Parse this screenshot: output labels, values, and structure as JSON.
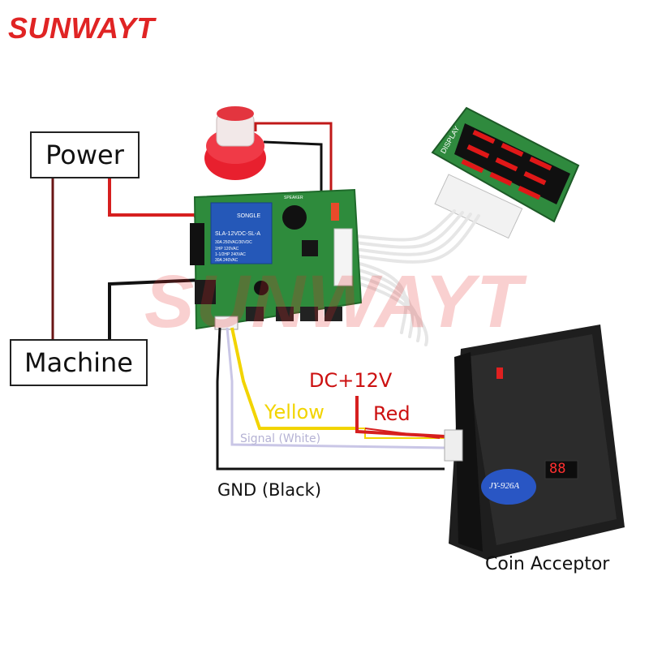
{
  "brand": {
    "name": "SUNWAYT",
    "color": "#e02424"
  },
  "watermark": {
    "text": "SUNWAYT"
  },
  "labels": {
    "power": "Power",
    "machine": "Machine",
    "dc": "DC+12V",
    "yellow": "Yellow",
    "red": "Red",
    "signal": "Signal (White)",
    "gnd": "GND (Black)",
    "coin_acceptor": "Coin Acceptor"
  },
  "board": {
    "relay_brand": "SONGLE",
    "relay_model": "SLA-12VDC-SL-A",
    "relay_spec_1": "30A 250VAC/30VDC",
    "relay_spec_2": "1HP 120VAC",
    "relay_spec_3": "1-1/2HP 240VAC",
    "relay_spec_4": "30A 240VAC",
    "speaker_label": "SPEAKER"
  },
  "display_module": {
    "label": "DISPLAY",
    "digits": "888"
  },
  "coin_acceptor": {
    "model": "JY-926A",
    "digits": "88"
  },
  "colors": {
    "wire_red": "#d61f1f",
    "wire_black": "#111111",
    "wire_yellow": "#f2d400",
    "wire_white": "#c9c6e6",
    "board_green": "#2e8b3c",
    "relay_blue": "#2558b8",
    "button_red": "#e8202e",
    "label_red": "#cc1111"
  }
}
